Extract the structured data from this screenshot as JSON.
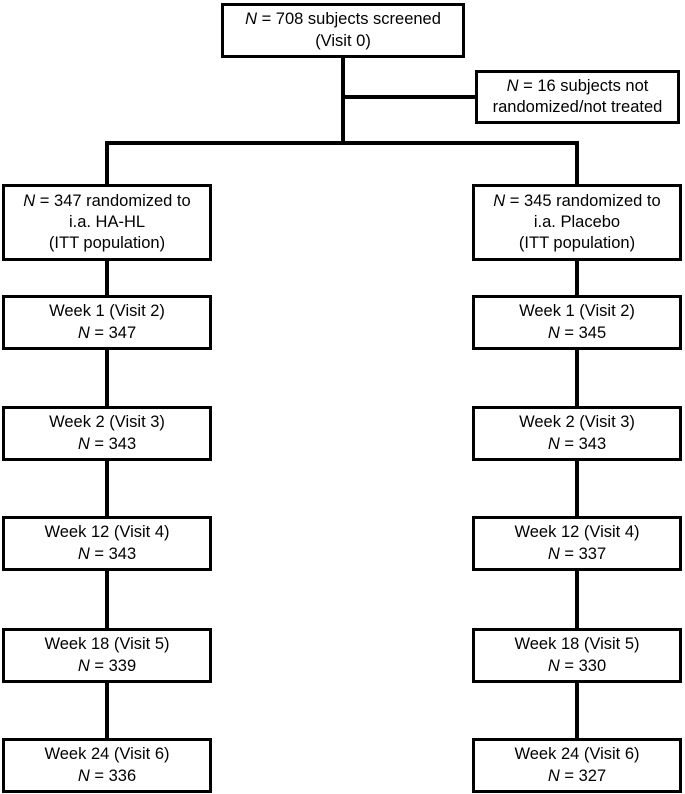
{
  "figure": {
    "type": "flowchart",
    "title": "CONSORT-style subject disposition flow diagram",
    "stroke_color": "#000000",
    "background_color": "#ffffff",
    "text_color": "#000000"
  },
  "nodes": {
    "screened": {
      "id": "screened",
      "lines": [
        "N = 708 subjects screened",
        "(Visit 0)"
      ],
      "n": 708,
      "visit": "Visit 0"
    },
    "excluded": {
      "id": "excluded",
      "lines": [
        "N = 16 subjects not",
        "randomized/not treated"
      ],
      "n": 16
    },
    "arm_left": {
      "id": "arm-ha-hl",
      "lines": [
        "N = 347 randomized to",
        "i.a. HA-HL",
        "(ITT population)"
      ],
      "n": 347,
      "treatment": "i.a. HA-HL",
      "population": "ITT population"
    },
    "arm_right": {
      "id": "arm-placebo",
      "lines": [
        "N = 345 randomized to",
        "i.a. Placebo",
        "(ITT population)"
      ],
      "n": 345,
      "treatment": "i.a. Placebo",
      "population": "ITT population"
    }
  },
  "left_column": [
    {
      "label": "Week 1 (Visit 2)",
      "count": "N = 347",
      "n": 347,
      "week": 1,
      "visit": 2
    },
    {
      "label": "Week 2 (Visit 3)",
      "count": "N = 343",
      "n": 343,
      "week": 2,
      "visit": 3
    },
    {
      "label": "Week 12 (Visit 4)",
      "count": "N = 343",
      "n": 343,
      "week": 12,
      "visit": 4
    },
    {
      "label": "Week 18 (Visit 5)",
      "count": "N = 339",
      "n": 339,
      "week": 18,
      "visit": 5
    },
    {
      "label": "Week 24 (Visit 6)",
      "count": "N = 336",
      "n": 336,
      "week": 24,
      "visit": 6
    }
  ],
  "right_column": [
    {
      "label": "Week 1 (Visit 2)",
      "count": "N = 345",
      "n": 345,
      "week": 1,
      "visit": 2
    },
    {
      "label": "Week 2 (Visit 3)",
      "count": "N = 343",
      "n": 343,
      "week": 2,
      "visit": 3
    },
    {
      "label": "Week 12 (Visit 4)",
      "count": "N = 337",
      "n": 337,
      "week": 12,
      "visit": 4
    },
    {
      "label": "Week 18 (Visit 5)",
      "count": "N = 330",
      "n": 330,
      "week": 18,
      "visit": 5
    },
    {
      "label": "Week 24 (Visit 6)",
      "count": "N = 327",
      "n": 327,
      "week": 24,
      "visit": 6
    }
  ],
  "italic_symbol": "N",
  "screened_line1_rest": " = 708 subjects screened",
  "screened_line2": "(Visit 0)",
  "excluded_line1_rest": " = 16 subjects not",
  "excluded_line2": "randomized/not treated",
  "arm_left_line1_rest": " = 347 randomized to",
  "arm_left_line2": "i.a. HA-HL",
  "arm_left_line3": "(ITT population)",
  "arm_right_line1_rest": " = 345 randomized to",
  "arm_right_line2": "i.a. Placebo",
  "arm_right_line3": "(ITT population)",
  "counts": {
    "l0": " = 347",
    "l1": " = 343",
    "l2": " = 343",
    "l3": " = 339",
    "l4": " = 336",
    "r0": " = 345",
    "r1": " = 343",
    "r2": " = 337",
    "r3": " = 330",
    "r4": " = 327"
  }
}
